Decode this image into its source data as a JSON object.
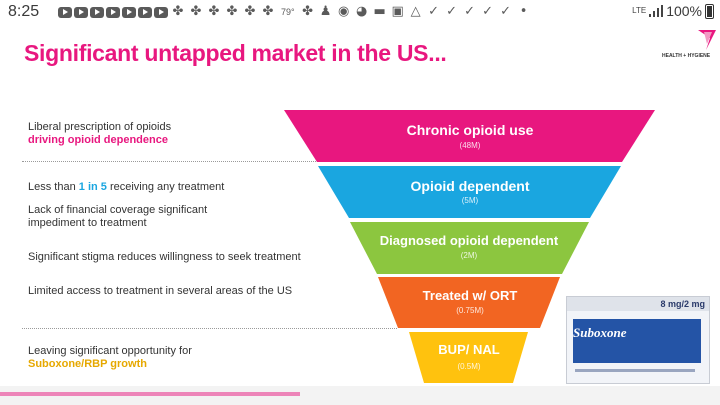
{
  "status_bar": {
    "time": "8:25",
    "temperature": "79°",
    "network": "LTE",
    "battery": "100%"
  },
  "slide": {
    "title": "Significant untapped market in the US...",
    "logo": {
      "text": "HEALTH + HYGIENE",
      "colors": [
        "#e8177f",
        "#f29ac4"
      ]
    },
    "left_items": [
      {
        "line1": "Liberal prescription of opioids",
        "line2": "driving opioid dependence"
      },
      {
        "pre": "Less than ",
        "highlight": "1 in 5",
        "post": " receiving any treatment"
      },
      {
        "line1": "Lack of financial coverage significant",
        "line2": "impediment to treatment"
      },
      {
        "text": "Significant stigma reduces willingness to seek treatment"
      },
      {
        "text": "Limited access to treatment in several areas of the US"
      },
      {
        "line1": "Leaving significant opportunity for",
        "line2": "Suboxone/RBP growth"
      }
    ],
    "funnel": [
      {
        "label": "Chronic opioid use",
        "value": "(48M)",
        "color": "#e8177f"
      },
      {
        "label": "Opioid dependent",
        "value": "(5M)",
        "color": "#1aa6e0"
      },
      {
        "label": "Diagnosed opioid dependent",
        "value": "(2M)",
        "color": "#8cc63f"
      },
      {
        "label": "Treated w/ ORT",
        "value": "(0.75M)",
        "color": "#f26522"
      },
      {
        "label": "BUP/ NAL",
        "value": "(0.5M)",
        "color": "#ffc20e"
      }
    ],
    "product_box": {
      "dose": "8 mg/2 mg",
      "brand": "Suboxone"
    }
  }
}
